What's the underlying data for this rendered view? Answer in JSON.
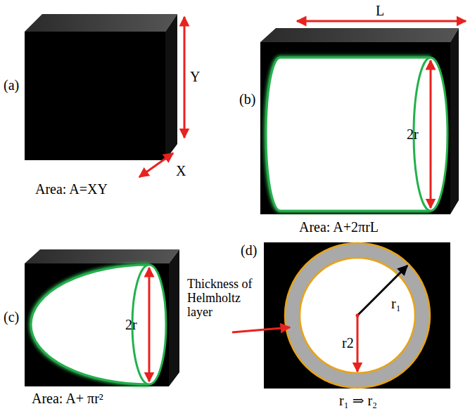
{
  "diagram": {
    "labels": [
      "(a)",
      "Y",
      "X",
      "Area: A=XY",
      "(b)",
      "L",
      "2r",
      "Area: A+2πrL",
      "(c)",
      "2r",
      "Area: A+ πr²",
      "(d)",
      "Thickness of Helmholtz layer",
      "r₁",
      "r2",
      "r₁ ⇒ r₂"
    ]
  }
}
